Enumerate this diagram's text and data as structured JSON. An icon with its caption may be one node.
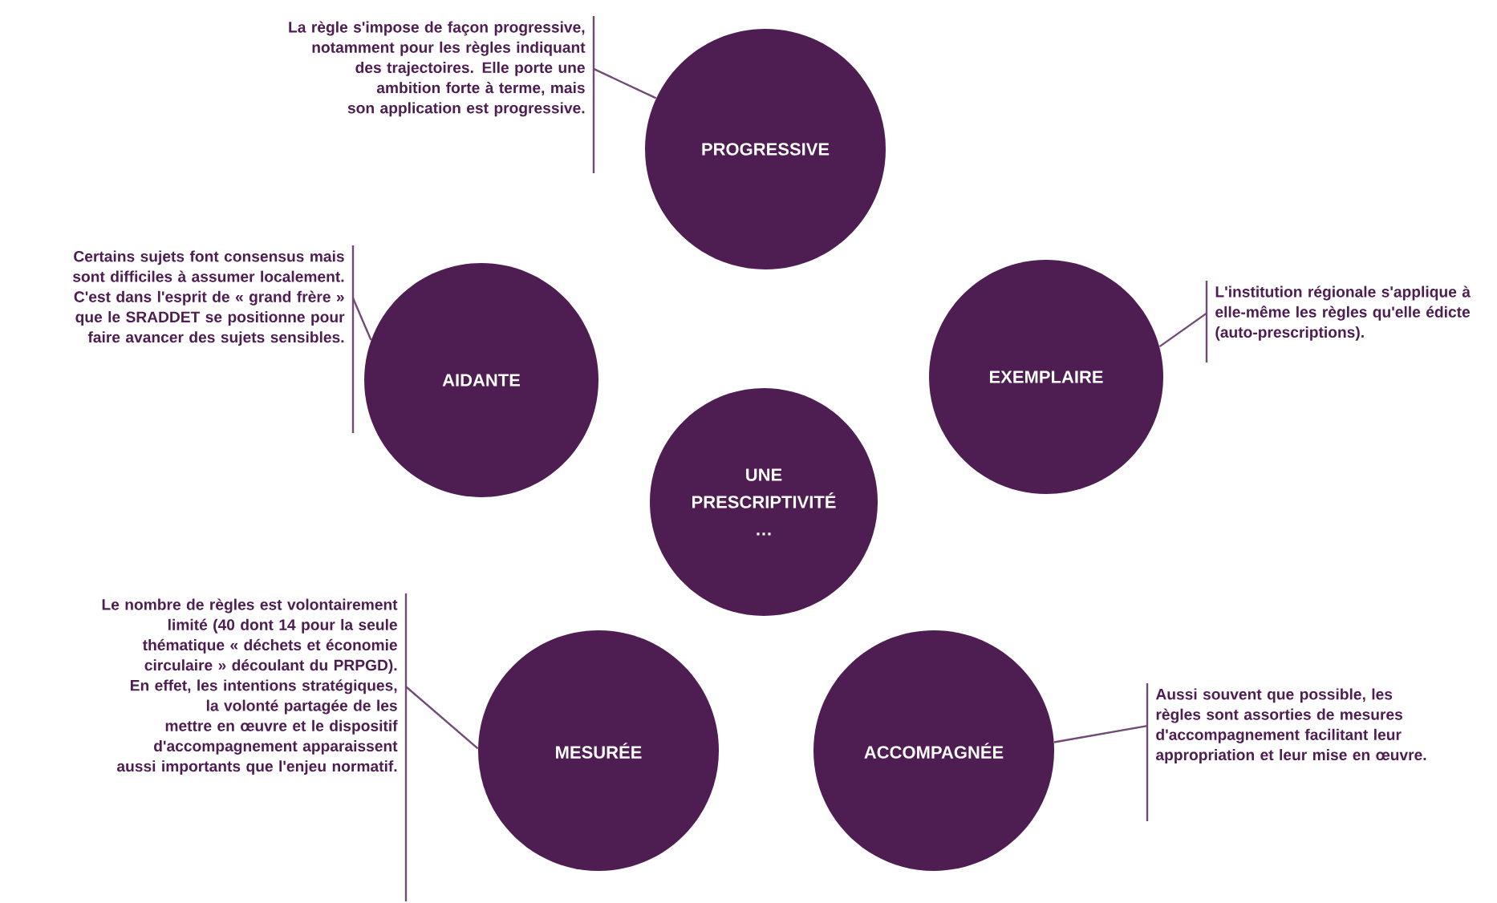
{
  "diagram": {
    "nodes": [
      {
        "text": [
          "PROGRESSIVE"
        ]
      },
      {
        "text": [
          "La règle s'impose de façon progressive, notamment pour les règles indiquant des trajectoires. Elle porte une ambition forte à terme, mais son application est progressive."
        ]
      },
      {
        "text": [
          "AIDANTE"
        ]
      },
      {
        "text": [
          "Certains sujets font consensus mais sont difficiles à assumer localement. C'est dans l'esprit de « grand frère » que le SRADDET se positionne pour faire avancer des sujets sensibles."
        ]
      },
      {
        "text": [
          "EXEMPLAIRE"
        ]
      },
      {
        "text": [
          "L'institution régionale s'applique à elle-même les règles qu'elle édicte (auto-prescriptions)."
        ]
      },
      {
        "text": [
          "UNE PRESCRIPTIVITÉ …"
        ]
      },
      {
        "text": [
          "MESURÉE"
        ]
      },
      {
        "text": [
          "Le nombre de règles est volontairement limité (40 dont 14 pour la seule thématique « déchets et économie circulaire » découlant du PRPGD). En effet, les intentions stratégiques, la volonté partagée de les mettre en œuvre et le dispositif d'accompagnement apparaissent aussi importants que l'enjeu normatif."
        ]
      },
      {
        "text": [
          "ACCOMPAGNÉE"
        ]
      },
      {
        "text": [
          "Aussi souvent que possible, les règles sont assorties de mesures d'accompagnement facilitant leur appropriation et leur mise en œuvre."
        ]
      }
    ],
    "edges": [
      {
        "from": 1,
        "to": 0,
        "arrow": "none"
      },
      {
        "from": 3,
        "to": 2,
        "arrow": "none"
      },
      {
        "from": 5,
        "to": 4,
        "arrow": "none"
      },
      {
        "from": 8,
        "to": 7,
        "arrow": "none"
      },
      {
        "from": 10,
        "to": 9,
        "arrow": "none"
      }
    ]
  }
}
